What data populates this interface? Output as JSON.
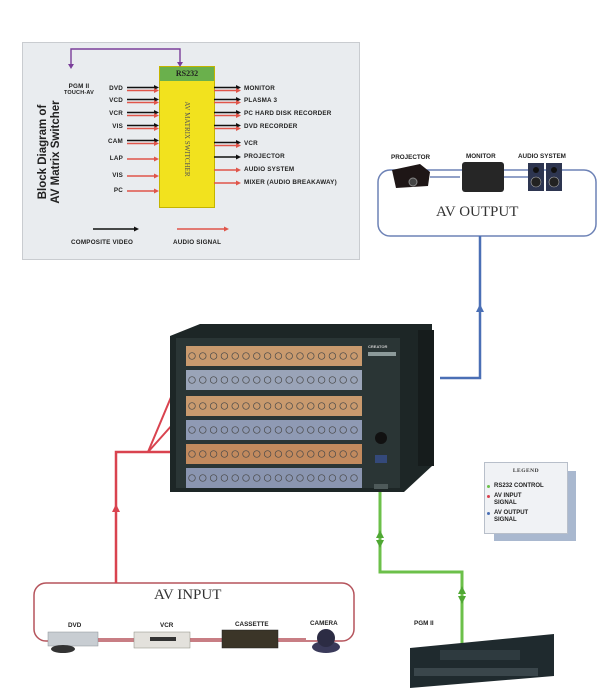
{
  "block_diagram": {
    "title_line1": "Block Diagram of",
    "title_line2": "AV Matrix Switcher",
    "control_device_line1": "PGM II",
    "control_device_line2": "TOUCH-AV",
    "rs232_label": "RS232",
    "switcher_label": "AV MATRIX SWITCHER",
    "inputs": [
      {
        "label": "DVD",
        "video": true,
        "audio": true
      },
      {
        "label": "VCD",
        "video": true,
        "audio": true
      },
      {
        "label": "VCR",
        "video": true,
        "audio": true
      },
      {
        "label": "VIS",
        "video": true,
        "audio": true
      },
      {
        "label": "CAM",
        "video": true,
        "audio": true
      },
      {
        "label": "LAP",
        "video": false,
        "audio": true
      },
      {
        "label": "VIS",
        "video": false,
        "audio": true
      },
      {
        "label": "PC",
        "video": false,
        "audio": true
      }
    ],
    "outputs": [
      {
        "label": "MONITOR",
        "video": true,
        "audio": true
      },
      {
        "label": "PLASMA 3",
        "video": true,
        "audio": true
      },
      {
        "label": "PC HARD DISK RECORDER",
        "video": true,
        "audio": true
      },
      {
        "label": "DVD RECORDER",
        "video": true,
        "audio": true
      },
      {
        "label": "VCR",
        "video": true,
        "audio": true
      },
      {
        "label": "PROJECTOR",
        "video": true,
        "audio": false
      },
      {
        "label": "AUDIO SYSTEM",
        "video": false,
        "audio": true
      },
      {
        "label": "MIXER (AUDIO BREAKAWAY)",
        "video": false,
        "audio": true
      }
    ],
    "key": {
      "composite_video": "COMPOSITE VIDEO",
      "audio_signal": "AUDIO SIGNAL"
    }
  },
  "av_output": {
    "title": "AV OUTPUT",
    "devices": [
      "PROJECTOR",
      "MONITOR",
      "AUDIO SYSTEM"
    ]
  },
  "av_input": {
    "title": "AV INPUT",
    "devices": [
      "DVD",
      "VCR",
      "CASSETTE",
      "CAMERA"
    ]
  },
  "controller": {
    "label": "PGM II"
  },
  "matrix_unit": {
    "brand_text": "CREATOR"
  },
  "legend": {
    "title": "LEGEND",
    "items": [
      {
        "label_line1": "RS232 CONTROL",
        "label_line2": "",
        "color": "#6cc04a"
      },
      {
        "label_line1": "AV INPUT",
        "label_line2": "SIGNAL",
        "color": "#d9434f"
      },
      {
        "label_line1": "AV OUTPUT",
        "label_line2": "SIGNAL",
        "color": "#4a6fb5"
      }
    ]
  },
  "colors": {
    "video_arrow": "#111111",
    "audio_arrow": "#e0554a",
    "rs232_link": "#7a3e9a",
    "input_signal": "#d9434f",
    "output_signal": "#4a6fb5",
    "control_signal": "#6cc04a",
    "switcher_fill": "#f2e21e",
    "rs232_fill": "#6ab04c"
  }
}
